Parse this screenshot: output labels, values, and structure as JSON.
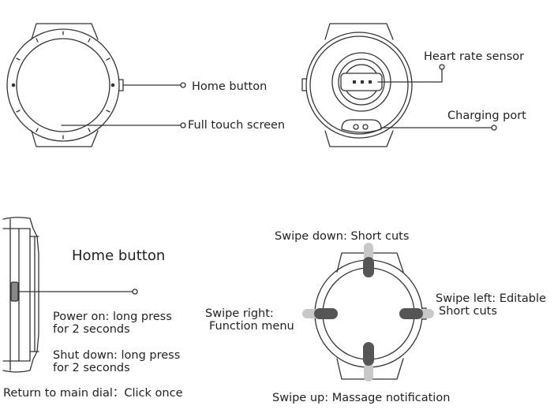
{
  "front_view": {
    "home_button_label": "Home button",
    "touch_screen_label": "Full touch screen"
  },
  "back_view": {
    "heart_rate_label": "Heart rate sensor",
    "charging_port_label": "Charging port"
  },
  "side_view": {
    "title": "Home button",
    "power_on": [
      "Power on: long press",
      "for 2 seconds"
    ],
    "shut_down": [
      "Shut down: long press",
      "for 2 seconds"
    ],
    "return_label": "Return to main dial：Click once"
  },
  "gesture_view": {
    "swipe_down": "Swipe down: Short cuts",
    "swipe_right": [
      "Swipe right:",
      "Function menu"
    ],
    "swipe_left": [
      "Swipe left: Editable",
      "Short cuts"
    ],
    "swipe_up": "Swipe up: Massage notification"
  }
}
